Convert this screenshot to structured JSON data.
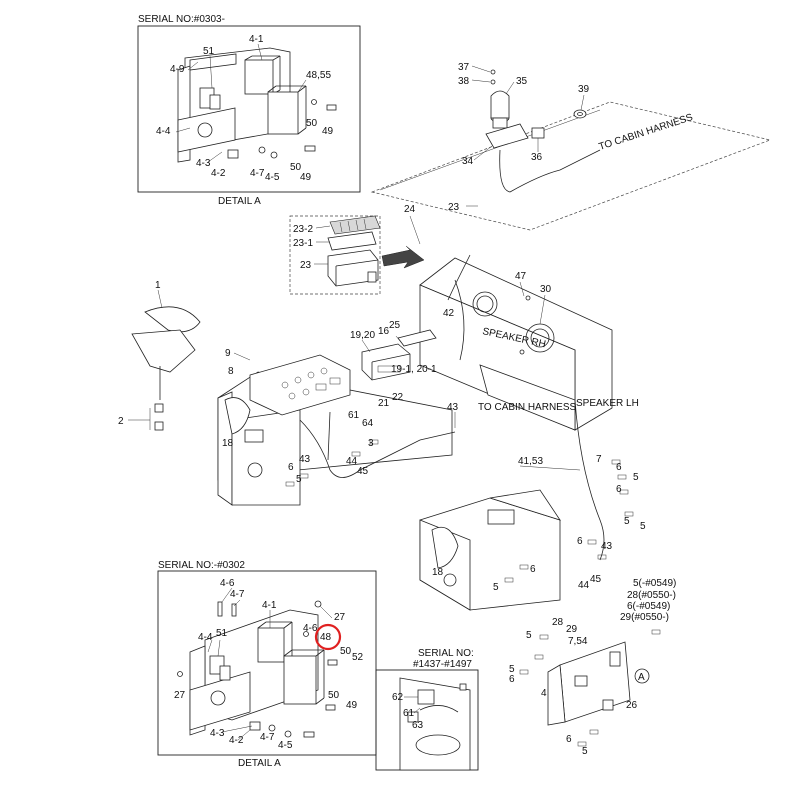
{
  "top_inset": {
    "serial": "SERIAL NO:#0303-",
    "caption": "DETAIL  A",
    "labels": [
      "51",
      "4-1",
      "4-9",
      "48,55",
      "4-4",
      "50",
      "49",
      "4-3",
      "4-2",
      "4-7",
      "4-5",
      "50",
      "49"
    ]
  },
  "bottom_inset": {
    "serial": "SERIAL NO:-#0302",
    "caption": "DETAIL  A",
    "labels": [
      "4-6",
      "4-7",
      "4-1",
      "27",
      "4-6",
      "48",
      "4-4",
      "51",
      "50",
      "52",
      "27",
      "50",
      "49",
      "4-3",
      "4-2",
      "4-7",
      "4-5"
    ],
    "highlighted_label": "48",
    "highlight_color": "#e02020"
  },
  "serial_inset": {
    "serial_line1": "SERIAL NO:",
    "serial_line2": "#1437-#1497",
    "labels": [
      "62",
      "61",
      "63"
    ]
  },
  "beacon": {
    "labels": [
      "37",
      "38",
      "35",
      "39",
      "34",
      "36",
      "23"
    ],
    "cable_note": "TO CABIN HARNESS"
  },
  "fuse_detail": {
    "labels": [
      "23-2",
      "23-1",
      "23"
    ]
  },
  "main_labels": [
    "24",
    "47",
    "30",
    "42",
    "SPEAKER RH",
    "1",
    "25",
    "19,20",
    "16",
    "9",
    "19-1, 20-1",
    "8",
    "21",
    "22",
    "43",
    "TO CABIN HARNESS",
    "SPEAKER LH",
    "61",
    "64",
    "2",
    "18",
    "3",
    "43",
    "44",
    "45",
    "6",
    "5",
    "41,53",
    "7",
    "6",
    "5",
    "6",
    "5",
    "5",
    "6",
    "43",
    "6",
    "45",
    "44",
    "18",
    "5"
  ],
  "right_bracket": {
    "labels": [
      "5(-#0549)",
      "28(#0550-)",
      "6(-#0549)",
      "29(#0550-)",
      "28",
      "29",
      "7,54",
      "5",
      "6",
      "5",
      "4",
      "26",
      "6",
      "5"
    ],
    "detail_marker": "A"
  }
}
